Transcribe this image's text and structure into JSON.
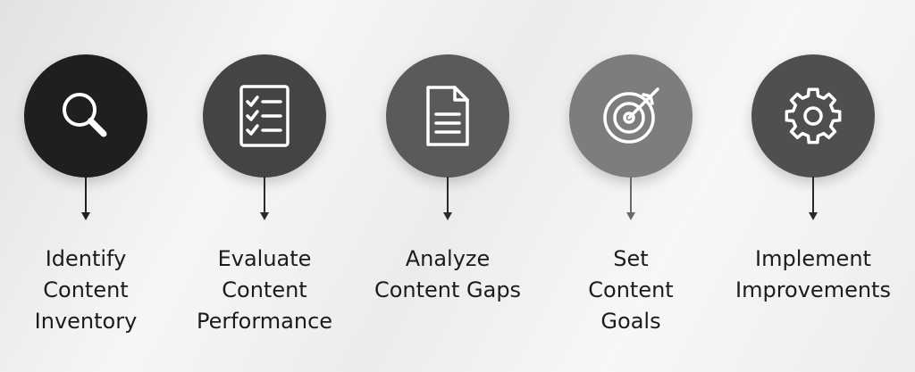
{
  "steps": [
    {
      "icon": "magnifying-glass-icon",
      "color": "#1f1f1f",
      "arrow_color": "#1f1f1f",
      "label_lines": [
        "Identify",
        "Content",
        "Inventory"
      ]
    },
    {
      "icon": "checklist-icon",
      "color": "#444444",
      "arrow_color": "#2a2a2a",
      "label_lines": [
        "Evaluate",
        "Content",
        "Performance"
      ]
    },
    {
      "icon": "document-icon",
      "color": "#5a5a5a",
      "arrow_color": "#2a2a2a",
      "label_lines": [
        "Analyze",
        "Content Gaps"
      ]
    },
    {
      "icon": "target-icon",
      "color": "#7d7d7d",
      "arrow_color": "#6a6a6a",
      "label_lines": [
        "Set",
        "Content",
        "Goals"
      ]
    },
    {
      "icon": "gear-icon",
      "color": "#4f4f4f",
      "arrow_color": "#2a2a2a",
      "label_lines": [
        "Implement",
        "Improvements"
      ]
    }
  ]
}
